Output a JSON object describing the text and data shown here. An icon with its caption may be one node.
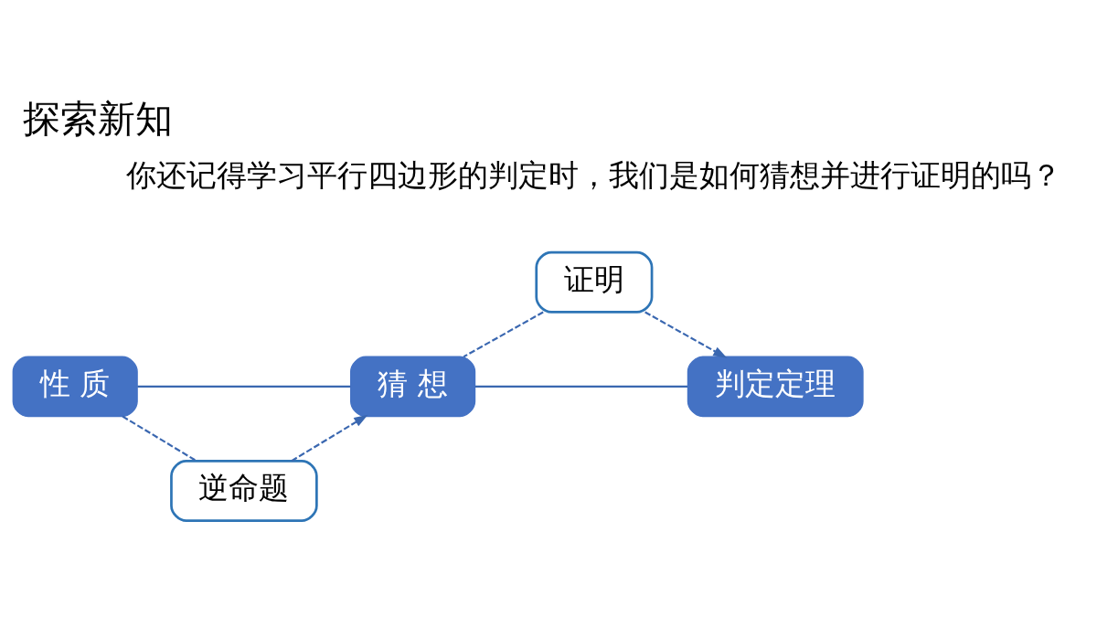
{
  "diagram": {
    "title": "探索新知",
    "nodes": [
      {
        "text": [
          "性 质"
        ]
      },
      {
        "text": [
          "证明"
        ]
      },
      {
        "text": [
          "猜 想"
        ]
      },
      {
        "text": [
          "判定定理"
        ]
      },
      {
        "text": [
          "逆命题"
        ]
      }
    ],
    "edges": [
      {
        "from": 0,
        "to": 2,
        "arrow": "none"
      },
      {
        "from": 2,
        "to": 3,
        "arrow": "none"
      },
      {
        "from": 2,
        "to": 1,
        "arrow": "none",
        "style": "dashed"
      },
      {
        "from": 1,
        "to": 3,
        "arrow": "to",
        "style": "dashed"
      },
      {
        "from": 0,
        "to": 4,
        "arrow": "none",
        "style": "dashed"
      },
      {
        "from": 4,
        "to": 2,
        "arrow": "to",
        "style": "dashed"
      }
    ],
    "labels": [
      "你还记得学习平行四边形的判定时，我们是如何猜想并进行证明的吗？"
    ]
  }
}
